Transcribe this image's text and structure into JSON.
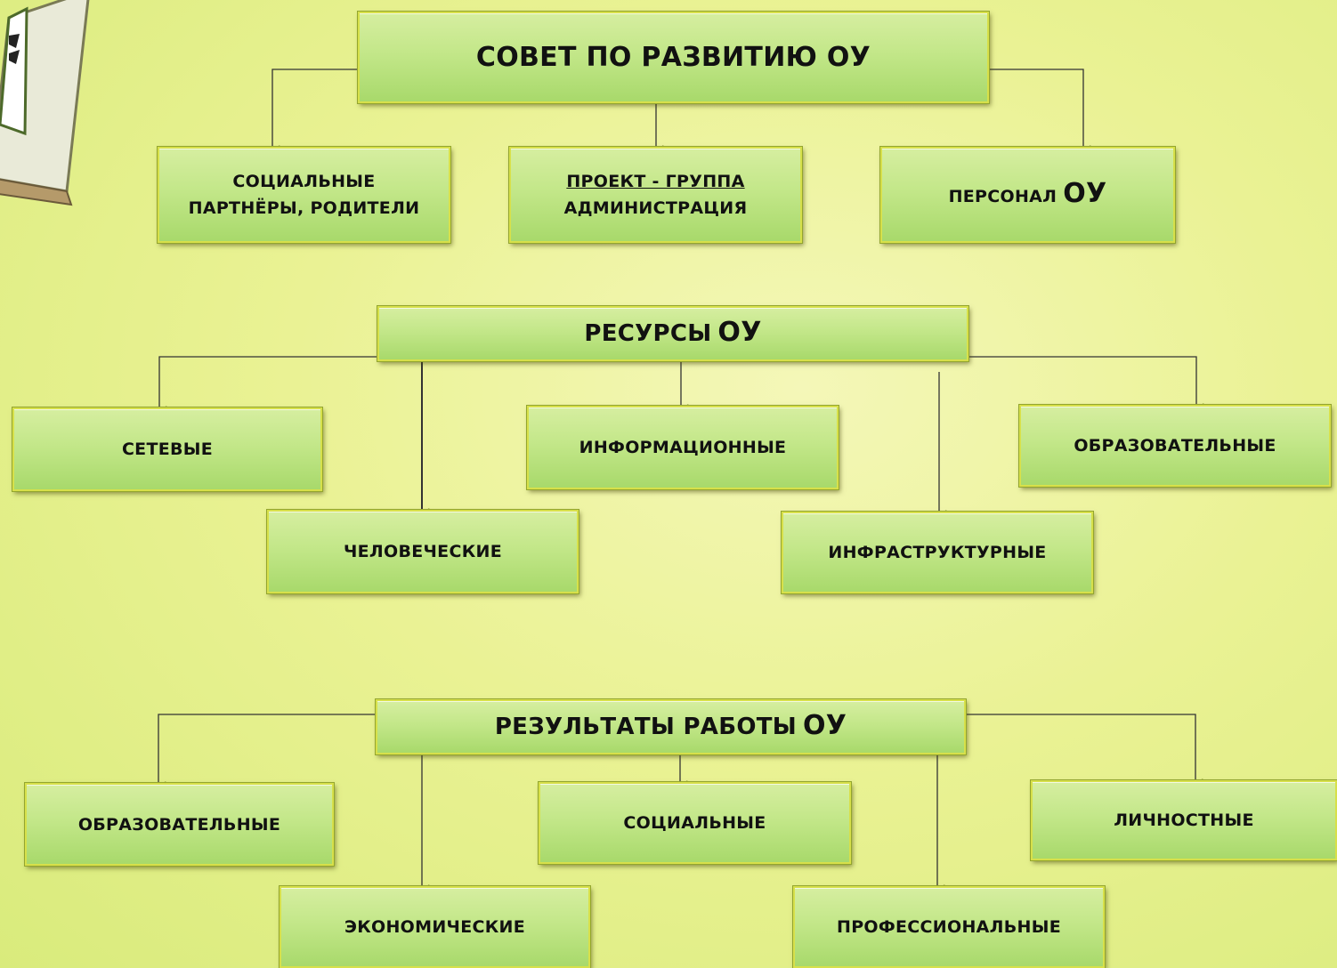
{
  "council": {
    "title": "СОВЕТ ПО РАЗВИТИЮ ОУ",
    "children": [
      {
        "line1": "СОЦИАЛЬНЫЕ",
        "line2": "ПАРТНЁРЫ, РОДИТЕЛИ"
      },
      {
        "line1": "ПРОЕКТ - ГРУППА",
        "line2": "АДМИНИСТРАЦИЯ"
      },
      {
        "label": "ПЕРСОНАЛ",
        "suffix": "ОУ"
      }
    ]
  },
  "resources": {
    "title": "РЕСУРСЫ",
    "title_suffix": "ОУ",
    "items": [
      "СЕТЕВЫЕ",
      "ЧЕЛОВЕЧЕСКИЕ",
      "ИНФОРМАЦИОННЫЕ",
      "ИНФРАСТРУКТУРНЫЕ",
      "ОБРАЗОВАТЕЛЬНЫЕ"
    ]
  },
  "results": {
    "title": "РЕЗУЛЬТАТЫ РАБОТЫ",
    "title_suffix": "ОУ",
    "items": [
      "ОБРАЗОВАТЕЛЬНЫЕ",
      "ЭКОНОМИЧЕСКИЕ",
      "СОЦИАЛЬНЫЕ",
      "ПРОФЕССИОНАЛЬНЫЕ",
      "ЛИЧНОСТНЫЕ"
    ]
  },
  "colors": {
    "box_fill": "#c3e789",
    "box_border": "#d7e04a",
    "connector": "#333333",
    "background": "#eaf294"
  }
}
